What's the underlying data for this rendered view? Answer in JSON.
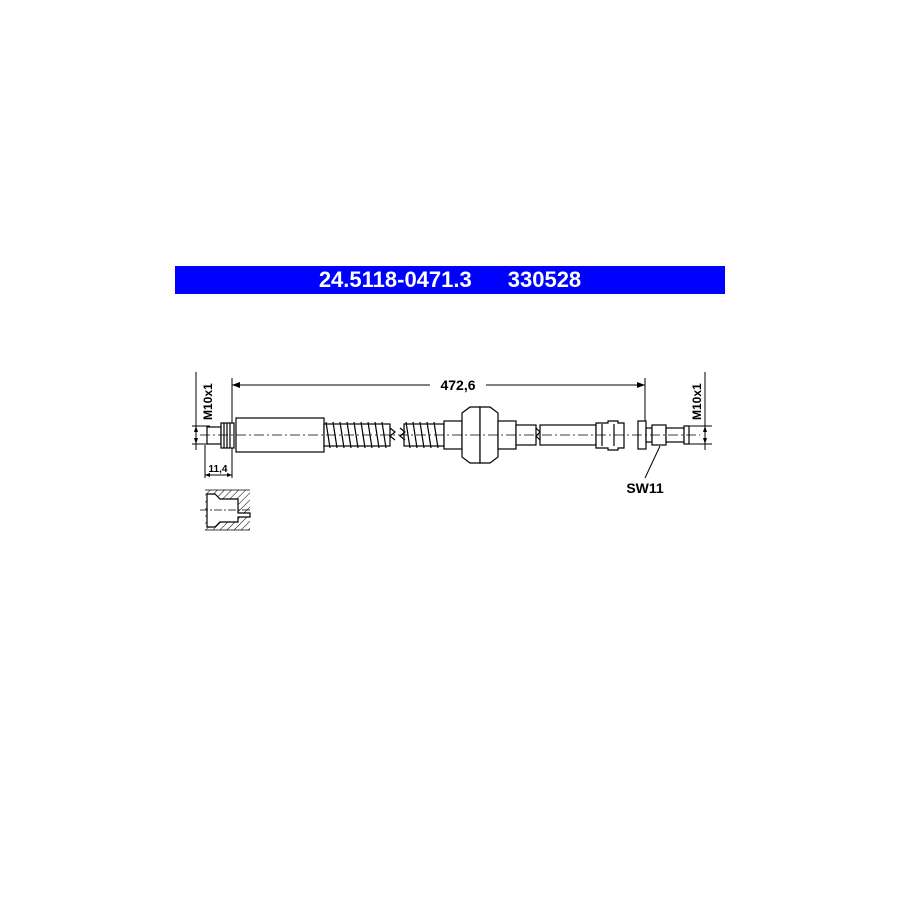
{
  "header": {
    "part_number": "24.5118-0471.3",
    "ref_number": "330528",
    "background_color": "#0000ff",
    "text_color": "#ffffff"
  },
  "drawing": {
    "type": "brake hose technical drawing",
    "dimensions": {
      "overall_length": "472,6",
      "left_thread": "M10x1",
      "right_thread": "M10x1",
      "left_fitting_length": "11,4",
      "wrench_size": "SW11"
    },
    "line_color": "#000000"
  }
}
